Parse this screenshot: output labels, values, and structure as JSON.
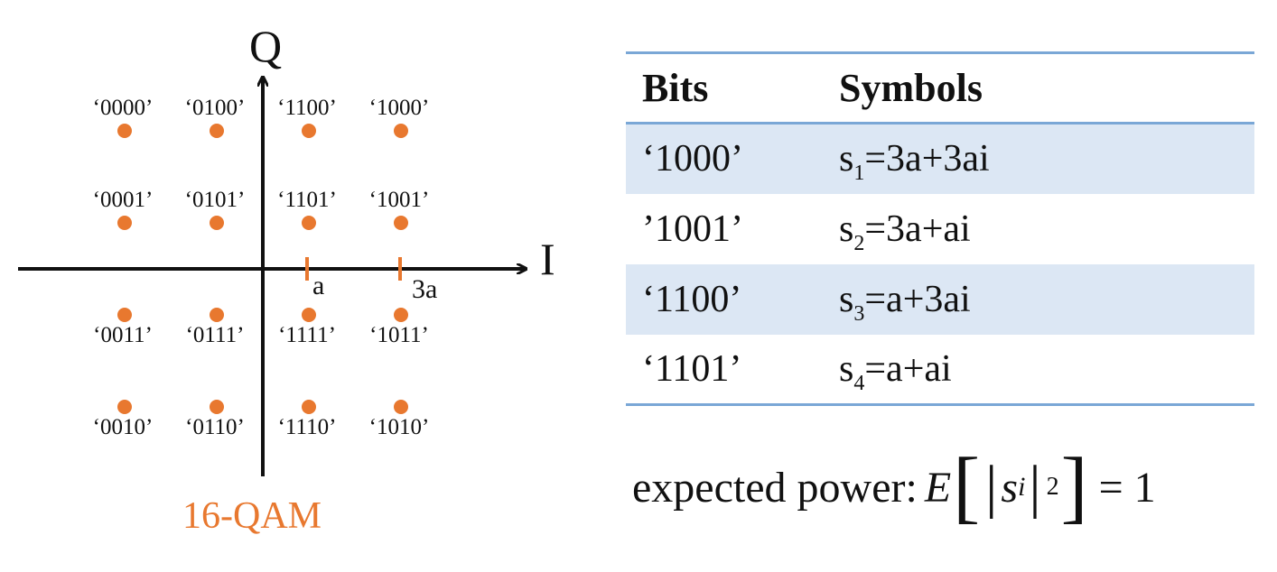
{
  "constellation": {
    "axis_q": "Q",
    "axis_i": "I",
    "tick_a": "a",
    "tick_3a": "3a",
    "caption": "16-QAM",
    "accent_color": "#e8782f",
    "points": [
      {
        "bits": "‘0000’",
        "i": -3,
        "q": 3
      },
      {
        "bits": "‘0100’",
        "i": -1,
        "q": 3
      },
      {
        "bits": "‘1100’",
        "i": 1,
        "q": 3
      },
      {
        "bits": "‘1000’",
        "i": 3,
        "q": 3
      },
      {
        "bits": "‘0001’",
        "i": -3,
        "q": 1
      },
      {
        "bits": "‘0101’",
        "i": -1,
        "q": 1
      },
      {
        "bits": "‘1101’",
        "i": 1,
        "q": 1
      },
      {
        "bits": "‘1001’",
        "i": 3,
        "q": 1
      },
      {
        "bits": "‘0011’",
        "i": -3,
        "q": -1
      },
      {
        "bits": "‘0111’",
        "i": -1,
        "q": -1
      },
      {
        "bits": "‘1111’",
        "i": 1,
        "q": -1
      },
      {
        "bits": "‘1011’",
        "i": 3,
        "q": -1
      },
      {
        "bits": "‘0010’",
        "i": -3,
        "q": -3
      },
      {
        "bits": "‘0110’",
        "i": -1,
        "q": -3
      },
      {
        "bits": "‘1110’",
        "i": 1,
        "q": -3
      },
      {
        "bits": "‘1010’",
        "i": 3,
        "q": -3
      }
    ]
  },
  "table": {
    "header_bits": "Bits",
    "header_symbols": "Symbols",
    "rows": [
      {
        "bits": "‘1000’",
        "sym": "s",
        "sub": "1",
        "expr": "=3a+3ai"
      },
      {
        "bits": "’1001’",
        "sym": "s",
        "sub": "2",
        "expr": "=3a+ai"
      },
      {
        "bits": "‘1100’",
        "sym": "s",
        "sub": "3",
        "expr": "=a+3ai"
      },
      {
        "bits": "‘1101’",
        "sym": "s",
        "sub": "4",
        "expr": "=a+ai"
      }
    ]
  },
  "power": {
    "label": "expected power:",
    "E": "E",
    "s": "s",
    "i": "i",
    "exp": "2",
    "rhs": "= 1"
  }
}
